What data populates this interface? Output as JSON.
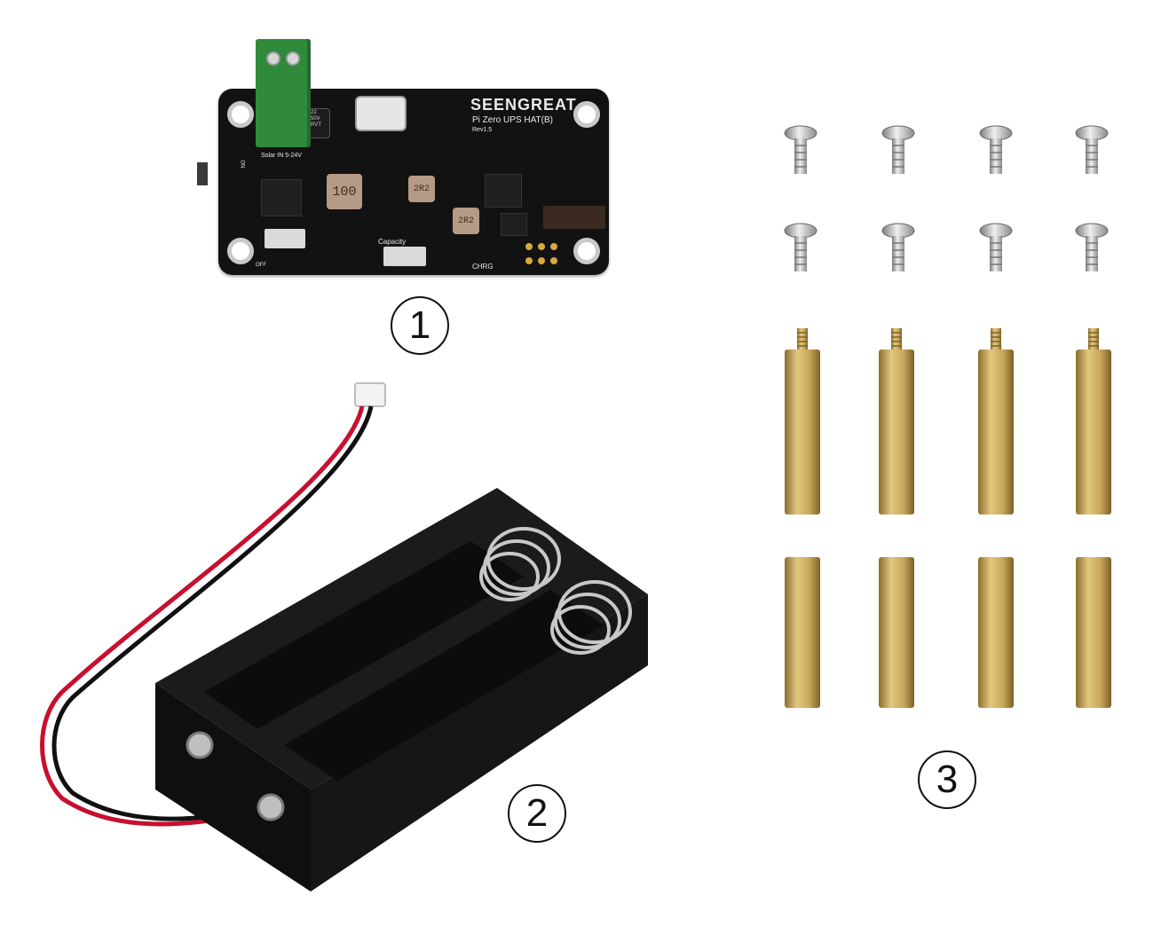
{
  "callouts": [
    {
      "label": "1"
    },
    {
      "label": "2"
    },
    {
      "label": "3"
    }
  ],
  "board": {
    "brand": "SEENGREAT",
    "model": "Pi Zero UPS HAT(B)",
    "revision": "Rev1.5",
    "solar_label": "Solar IN 5-24V",
    "capacity_label": "Capacity",
    "chrg_label": "CHRG",
    "on_label": "ON",
    "off_label": "OFF",
    "capacitor_label": "22\n50V\nRVT",
    "inductor_1": "100",
    "inductor_2": "2R2",
    "inductor_3": "2R2"
  },
  "colors": {
    "board": "#121212",
    "terminal": "#2f8a3c",
    "brass": "#c9a65a",
    "holder": "#141414",
    "wire_red": "#c8102e",
    "wire_black": "#111111"
  }
}
